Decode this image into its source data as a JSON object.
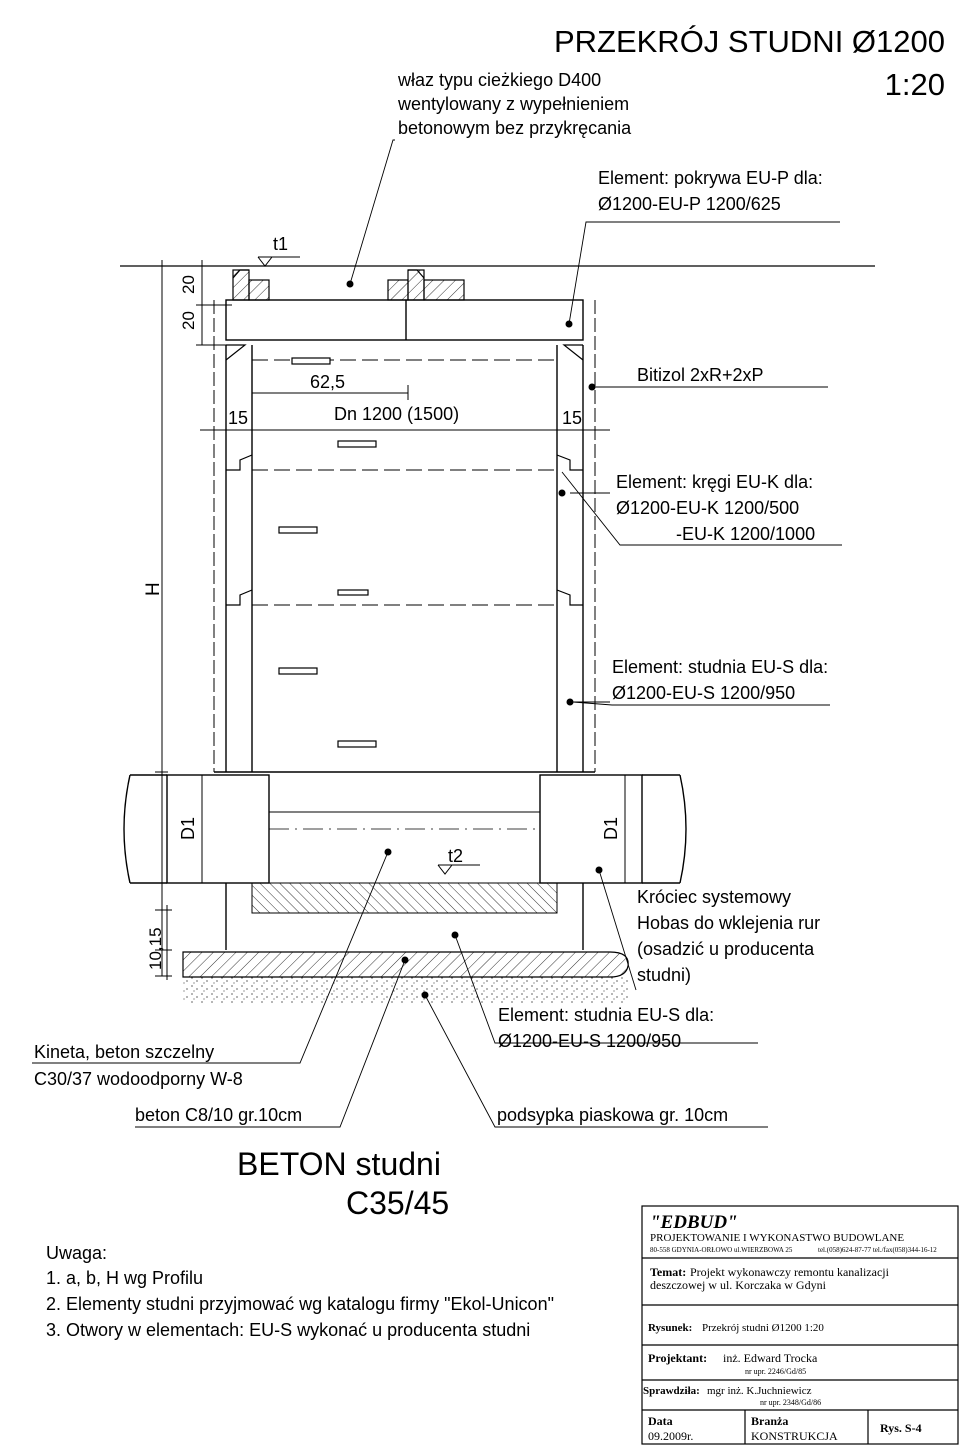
{
  "title": {
    "main": "PRZEKRÓJ STUDNI Ø1200",
    "scale": "1:20"
  },
  "callouts": {
    "manhole_l1": "właz typu cieżkiego D400",
    "manhole_l2": "wentylowany z wypełnieniem",
    "manhole_l3": "betonowym bez przykręcania",
    "cover_l1": "Element: pokrywa EU-P dla:",
    "cover_l2": "Ø1200-EU-P 1200/625",
    "insulation": "Bitizol 2xR+2xP",
    "rings_l1": "Element: kręgi EU-K dla:",
    "rings_l2": "Ø1200-EU-K 1200/500",
    "rings_l3": "-EU-K 1200/1000",
    "base_l1": "Element: studnia EU-S dla:",
    "base_l2": "Ø1200-EU-S 1200/950",
    "stub_l1": "Króciec systemowy",
    "stub_l2": "Hobas do wklejenia rur",
    "stub_l3": "(osadzić u producenta",
    "stub_l4": "studni)",
    "base2_l1": "Element: studnia EU-S dla:",
    "base2_l2": "Ø1200-EU-S 1200/950",
    "kineta_l1": "Kineta, beton szczelny",
    "kineta_l2": "C30/37 wodoodporny W-8",
    "lean_concrete": "beton C8/10 gr.10cm",
    "sand_bedding": "podsypka piaskowa gr. 10cm"
  },
  "dimensions": {
    "t1": "t1",
    "t2": "t2",
    "d20a": "20",
    "d20b": "20",
    "d62": "62,5",
    "dn": "Dn 1200 (1500)",
    "d15l": "15",
    "d15r": "15",
    "h": "H",
    "d1l": "D1",
    "d1r": "D1",
    "d1015": "10,15"
  },
  "concrete": {
    "l1": "BETON studni",
    "l2": "C35/45"
  },
  "notes": {
    "heading": "Uwaga:",
    "n1": "1. a, b, H wg Profilu",
    "n2": "2. Elementy studni przyjmować wg katalogu firmy \"Ekol-Unicon\"",
    "n3": "3. Otwory w elementach: EU-S wykonać u producenta studni"
  },
  "title_block": {
    "company": "\"EDBUD\"",
    "company_desc": "PROJEKTOWANIE I WYKONASTWO BUDOWLANE",
    "address": "80-558 GDYNIA-ORŁOWO  ul.WIERZBOWA 25",
    "phone": "tel.(058)624-87-77  tel./fax(058)344-16-12",
    "topic_label": "Temat:",
    "topic_l1": "Projekt wykonawczy remontu kanalizacji",
    "topic_l2": "deszczowej w ul. Korczaka w Gdyni",
    "drawing_label": "Rysunek:",
    "drawing_value": "Przekrój studni Ø1200 1:20",
    "designer_label": "Projektant:",
    "designer_name": "inż. Edward Trocka",
    "designer_lic": "nr upr. 2246/Gd/85",
    "checker_label": "Sprawdziła:",
    "checker_name": "mgr inż. K.Juchniewicz",
    "checker_lic": "nr upr. 2348/Gd/86",
    "date_label": "Data",
    "date_value": "09.2009r.",
    "branch_label": "Branża",
    "branch_value": "KONSTRUKCJA",
    "sheet": "Rys. S-4"
  }
}
